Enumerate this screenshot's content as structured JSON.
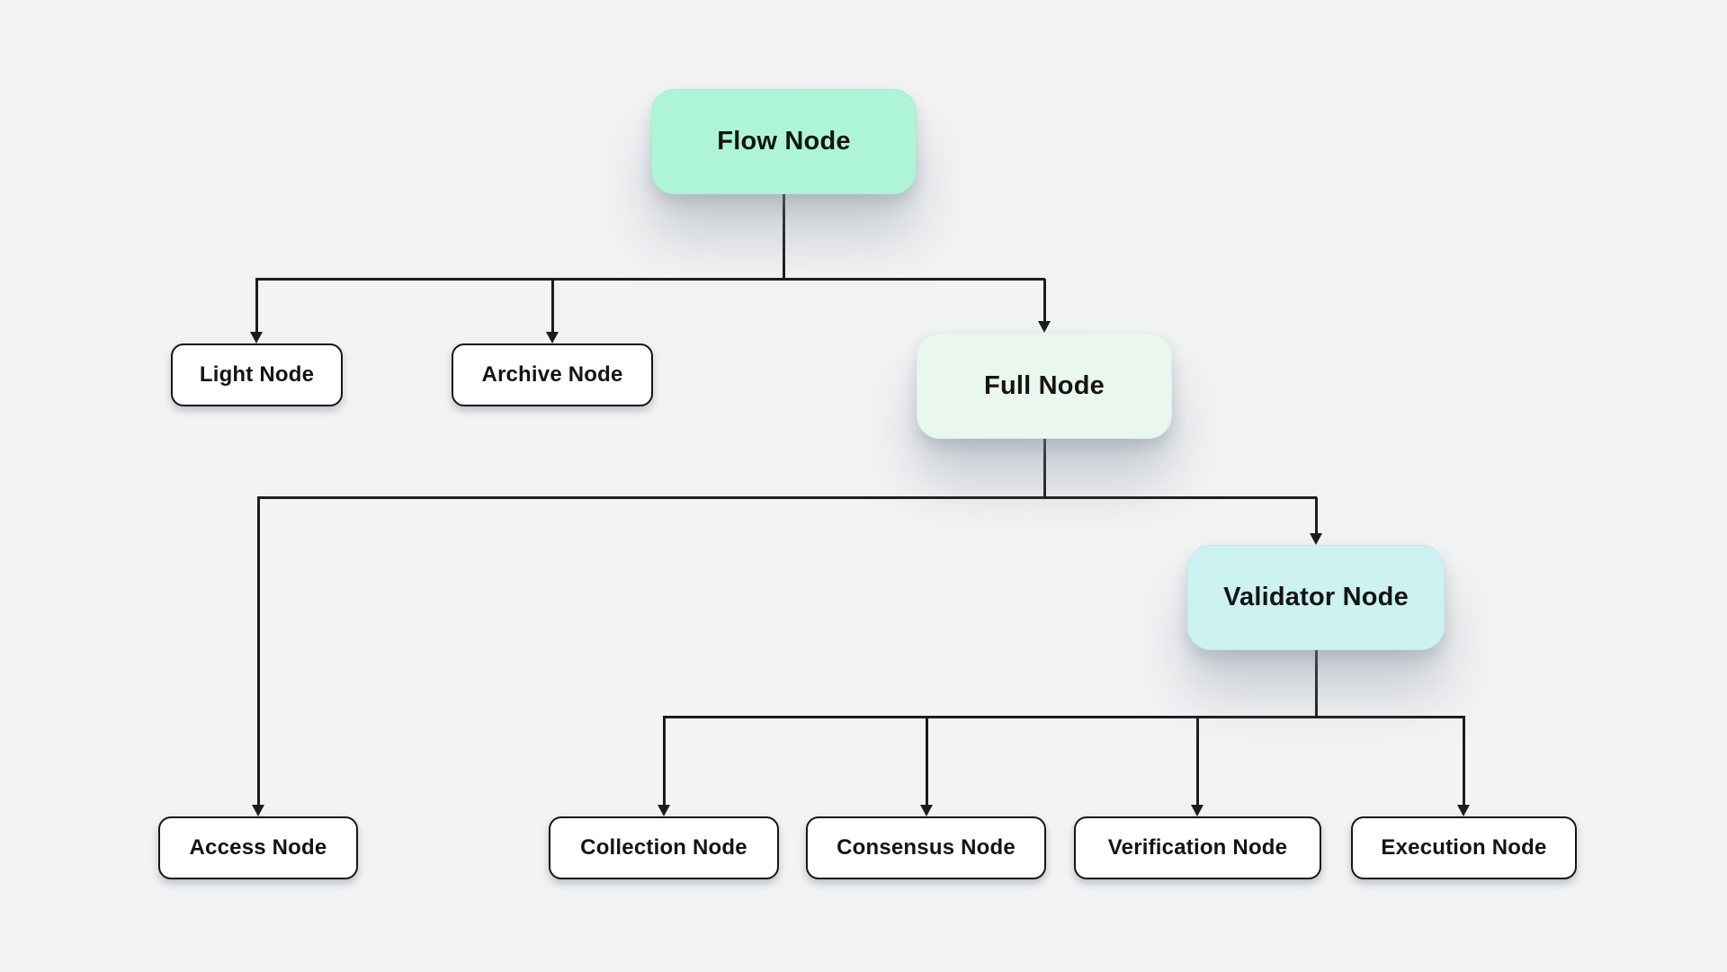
{
  "canvas": {
    "background_color": "#f2f3f5",
    "connector_color": "#1d1d1d",
    "text_color": "#141414"
  },
  "nodes": {
    "flow": {
      "label": "Flow Node",
      "fill": "#aef5d8"
    },
    "light": {
      "label": "Light Node",
      "fill": "#ffffff"
    },
    "archive": {
      "label": "Archive Node",
      "fill": "#ffffff"
    },
    "full": {
      "label": "Full Node",
      "fill": "#e9f7ef"
    },
    "access": {
      "label": "Access Node",
      "fill": "#ffffff"
    },
    "validator": {
      "label": "Validator Node",
      "fill": "#ccf2f2"
    },
    "collection": {
      "label": "Collection Node",
      "fill": "#ffffff"
    },
    "consensus": {
      "label": "Consensus Node",
      "fill": "#ffffff"
    },
    "verification": {
      "label": "Verification Node",
      "fill": "#ffffff"
    },
    "execution": {
      "label": "Execution Node",
      "fill": "#ffffff"
    }
  },
  "edges": [
    {
      "from": "Flow Node",
      "to": "Light Node"
    },
    {
      "from": "Flow Node",
      "to": "Archive Node"
    },
    {
      "from": "Flow Node",
      "to": "Full Node"
    },
    {
      "from": "Full Node",
      "to": "Access Node"
    },
    {
      "from": "Full Node",
      "to": "Validator Node"
    },
    {
      "from": "Validator Node",
      "to": "Collection Node"
    },
    {
      "from": "Validator Node",
      "to": "Consensus Node"
    },
    {
      "from": "Validator Node",
      "to": "Verification Node"
    },
    {
      "from": "Validator Node",
      "to": "Execution Node"
    }
  ]
}
